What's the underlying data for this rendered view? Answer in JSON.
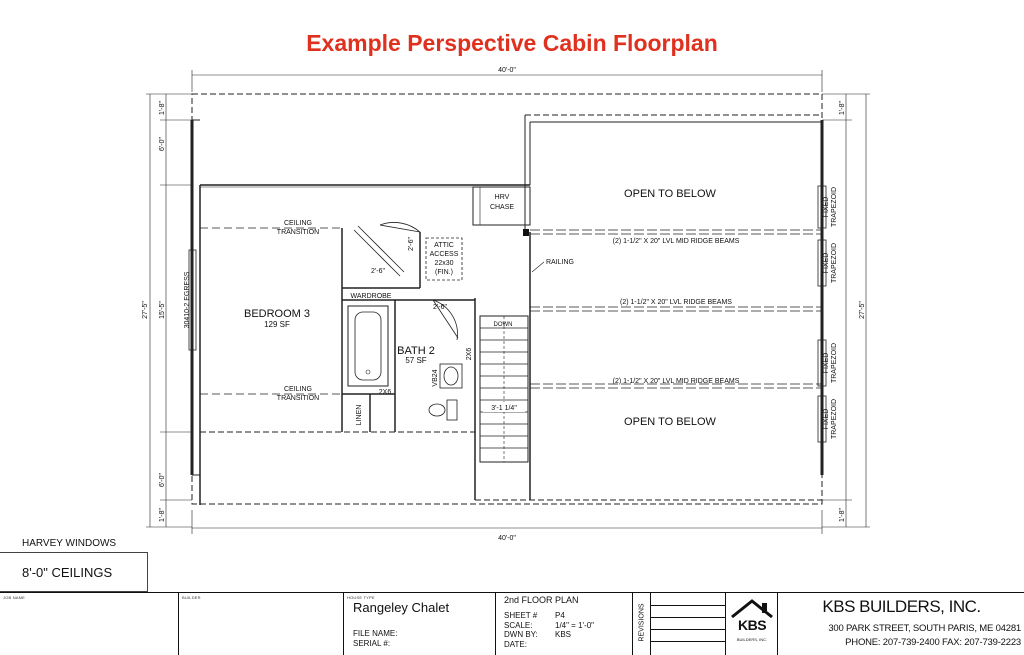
{
  "title": "Example Perspective Cabin Floorplan",
  "dimensions": {
    "top": "40'-0\"",
    "bottom": "40'-0\"",
    "left_total": "27'-5\"",
    "right_total": "27'-5\"",
    "left_segments": [
      "1'-8\"",
      "6'-0\"",
      "15'-5\"",
      "6'-0\"",
      "1'-8\""
    ],
    "right_segments": [
      "1'-8\"",
      "1'-8\""
    ]
  },
  "rooms": {
    "bedroom_name": "BEDROOM 3",
    "bedroom_area": "129 SF",
    "bath_name": "BATH 2",
    "bath_area": "57 SF",
    "open_below_1": "OPEN TO BELOW",
    "open_below_2": "OPEN TO BELOW"
  },
  "notes": {
    "hrv_line1": "HRV",
    "hrv_line2": "CHASE",
    "ceiling_line1": "CEILING",
    "ceiling_line2": "TRANSITION",
    "attic": [
      "ATTIC",
      "ACCESS",
      "22x30",
      "(FIN.)"
    ],
    "wardrobe": "WARDROBE",
    "linen": "LINEN",
    "railing": "RAILING",
    "down": "DOWN",
    "stair_width": "3'-1 1/4\"",
    "door_26": "2'-6\"",
    "egress": "30410-2 EGRESS",
    "vb24": "VB24",
    "dim_2x6": "2X6",
    "beam_mid": "(2) 1-1/2\" X 20\" LVL MID RIDGE BEAMS",
    "beam_ridge": "(2) 1-1/2\" X 20\" LVL RIDGE BEAMS",
    "fixed_line1": "FIXED",
    "fixed_line2": "TRAPEZOID"
  },
  "labels": {
    "windows": "HARVEY WINDOWS",
    "ceilings": "8'-0\" CEILINGS"
  },
  "title_block": {
    "job_name_caption": "JOB NAME",
    "builder_caption": "BUILDER",
    "house_type_caption": "HOUSE TYPE",
    "house_type": "Rangeley Chalet",
    "file_name": "FILE NAME:",
    "serial": "SERIAL #:",
    "sheet_title": "2nd FLOOR PLAN",
    "sheet_label": "SHEET #",
    "sheet_value": "P4",
    "scale_label": "SCALE:",
    "scale_value": "1/4\" = 1'-0\"",
    "dwn_label": "DWN BY:",
    "dwn_value": "KBS",
    "date_label": "DATE:",
    "revisions": "REVISIONS",
    "logo_letters": "KBS",
    "logo_sub": "BUILDERS, INC.",
    "company": "KBS BUILDERS, INC.",
    "address": "300 PARK STREET, SOUTH PARIS, ME 04281",
    "phone": "PHONE: 207-739-2400  FAX: 207-739-2223"
  }
}
